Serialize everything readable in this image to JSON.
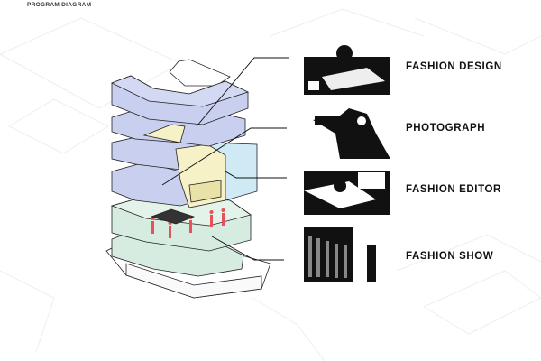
{
  "title": "PROGRAM DIAGRAM",
  "programs": [
    {
      "label": "FASHION DESIGN",
      "image": "fashion-design-photo"
    },
    {
      "label": "PHOTOGRAPH",
      "image": "photographer-photo"
    },
    {
      "label": "FASHION EDITOR",
      "image": "fashion-editor-photo"
    },
    {
      "label": "FASHION SHOW",
      "image": "fashion-show-photo"
    }
  ],
  "colors": {
    "office_floor": "#c9cfee",
    "workshop": "#f6f1c6",
    "studio": "#cfe9f5",
    "show_floor": "#d7ece0",
    "people": "#e8505a"
  }
}
